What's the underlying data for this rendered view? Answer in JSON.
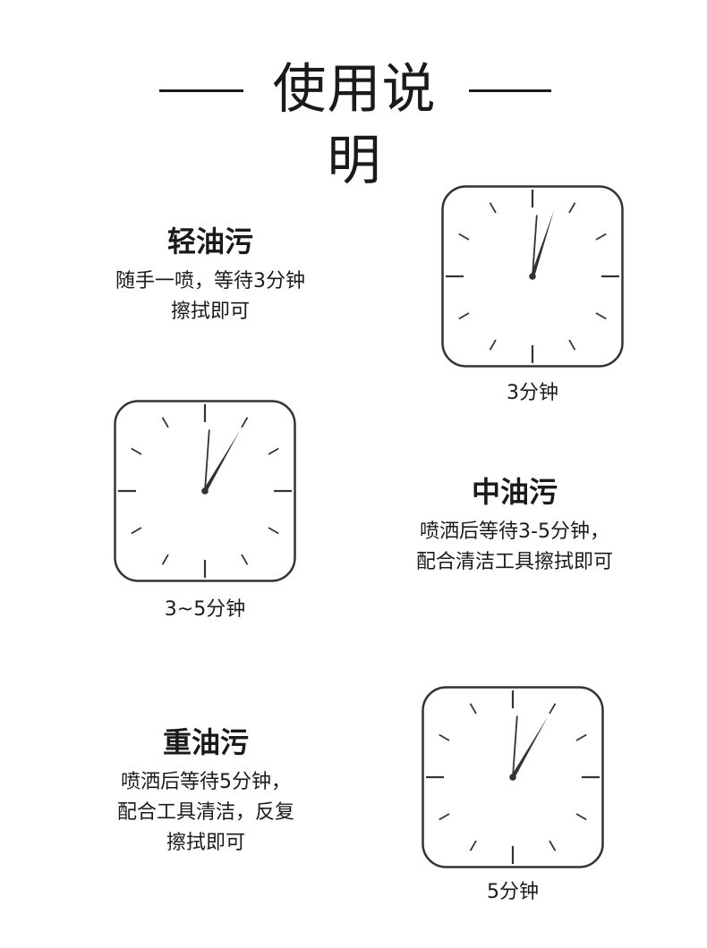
{
  "header": {
    "title": "使用说明"
  },
  "sections": [
    {
      "title": "轻油污",
      "lines": [
        "随手一喷，等待3分钟",
        "擦拭即可"
      ]
    },
    {
      "title": "中油污",
      "lines": [
        "喷洒后等待3-5分钟，",
        "配合清洁工具擦拭即可"
      ]
    },
    {
      "title": "重油污",
      "lines": [
        "喷洒后等待5分钟，",
        "配合工具清洁，反复",
        "擦拭即可"
      ]
    }
  ],
  "clocks": [
    {
      "caption": "3分钟",
      "minute_hand_minutes": 3
    },
    {
      "caption": "3~5分钟",
      "minute_hand_minutes": 5
    },
    {
      "caption": "5分钟",
      "minute_hand_minutes": 5
    }
  ],
  "colors": {
    "ink": "#1a1a1a",
    "clock_frame": "#333333",
    "background": "#ffffff"
  }
}
